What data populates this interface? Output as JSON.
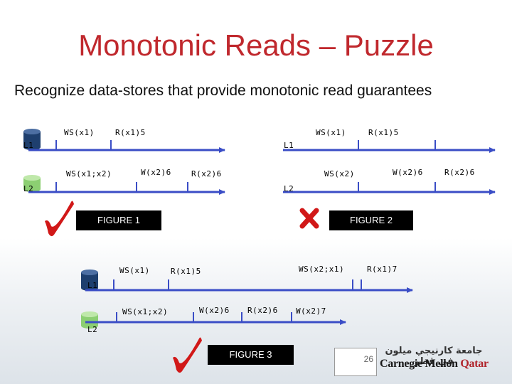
{
  "slide": {
    "title": "Monotonic Reads – Puzzle",
    "subtitle": "Recognize data-stores that provide monotonic read guarantees",
    "page_number": "26"
  },
  "figure1": {
    "caption": "FIGURE 1",
    "l1_label": "L1",
    "l2_label": "L2",
    "l1_ops": [
      "WS(x1)",
      "R(x1)5"
    ],
    "l2_ops": [
      "WS(x1;x2)",
      "W(x2)6",
      "R(x2)6"
    ],
    "verdict": "check"
  },
  "figure2": {
    "caption": "FIGURE 2",
    "l1_label": "L1",
    "l2_label": "L2",
    "l1_ops": [
      "WS(x1)",
      "R(x1)5"
    ],
    "l2_ops": [
      "WS(x2)",
      "W(x2)6",
      "R(x2)6"
    ],
    "verdict": "cross"
  },
  "figure3": {
    "caption": "FIGURE 3",
    "l1_label": "L1",
    "l2_label": "L2",
    "l1_ops": [
      "WS(x1)",
      "R(x1)5",
      "WS(x2;x1)",
      "R(x1)7"
    ],
    "l2_ops": [
      "WS(x1;x2)",
      "W(x2)6",
      "R(x2)6",
      "W(x2)7"
    ],
    "verdict": "check"
  },
  "logo": {
    "arabic": "جامعة كارنيجي ميلون في قطر",
    "english_a": "Carnegie Mellon ",
    "english_b": "Qatar"
  },
  "colors": {
    "title": "#c0282d",
    "timeline": "#3a4dc6",
    "l1_db": "#1e3f6e",
    "l2_db": "#8ccf72",
    "check": "#d11818",
    "cross": "#d11818"
  }
}
